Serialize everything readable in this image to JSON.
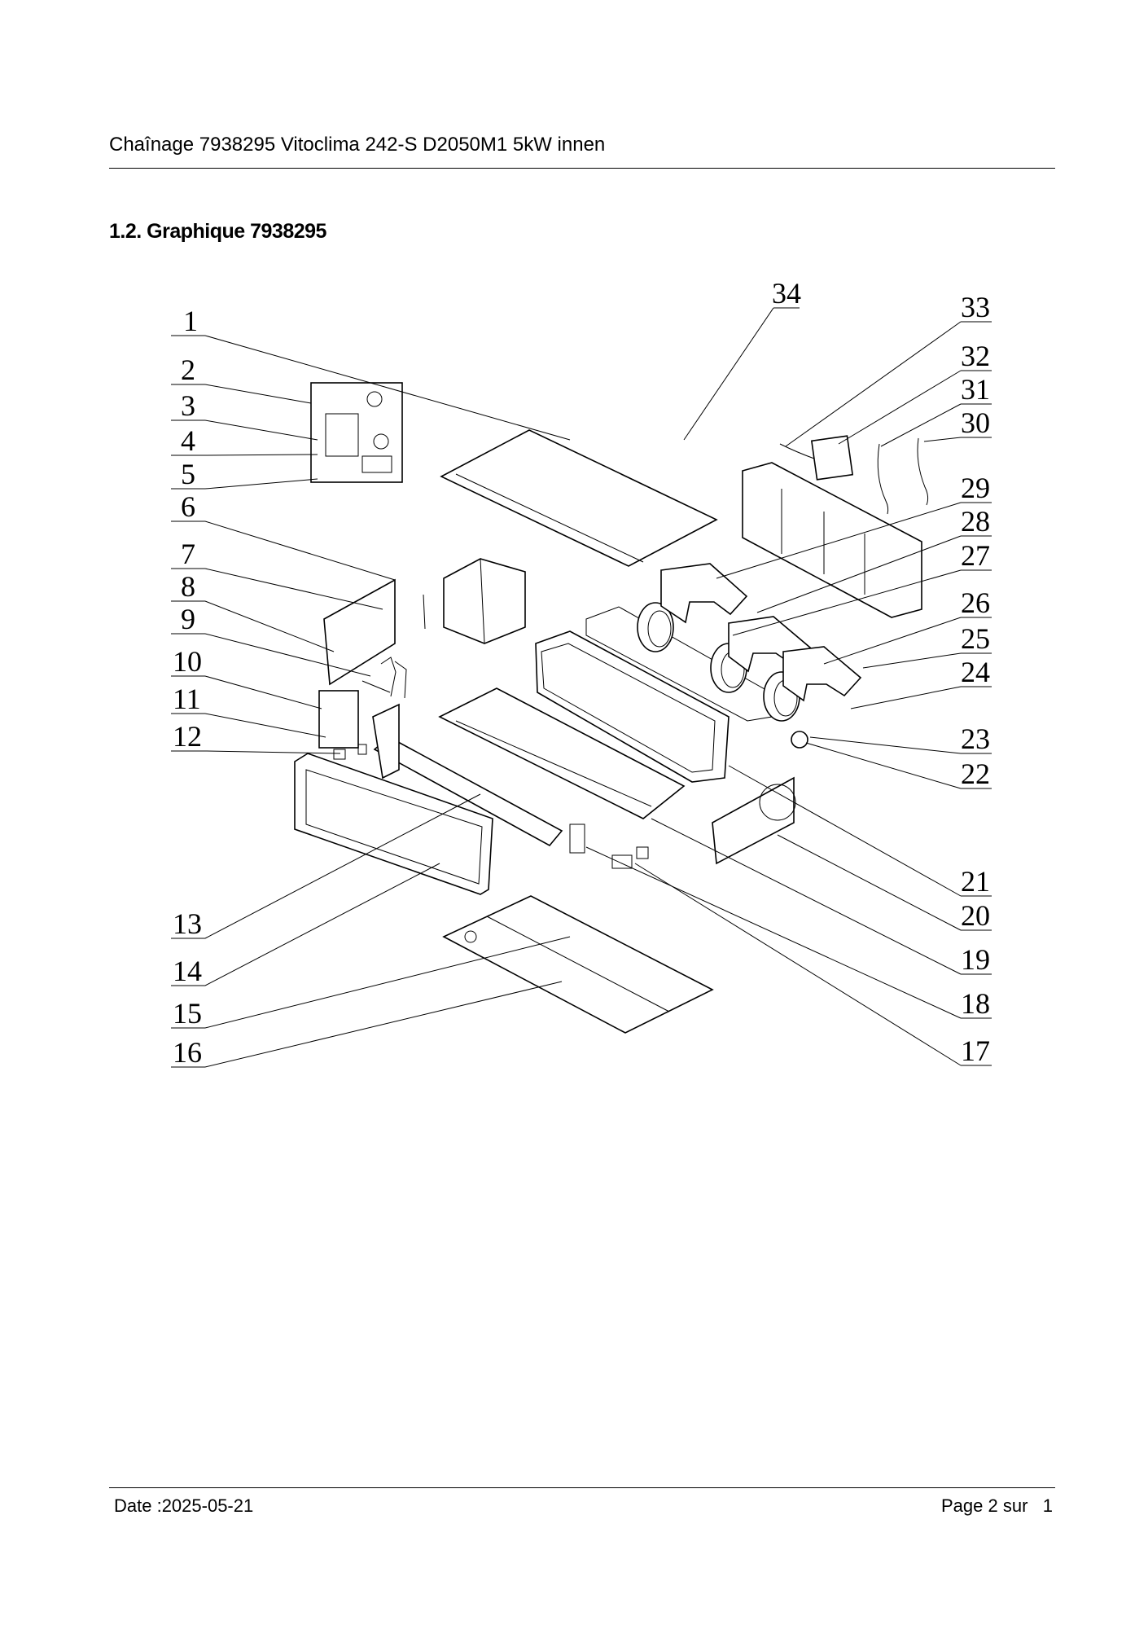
{
  "header": {
    "title": "Chaînage 7938295 Vitoclima 242-S D2050M1 5kW innen"
  },
  "section": {
    "heading": "1.2. Graphique 7938295"
  },
  "diagram": {
    "callouts_left": [
      "1",
      "2",
      "3",
      "4",
      "5",
      "6",
      "7",
      "8",
      "9",
      "10",
      "11",
      "12",
      "13",
      "14",
      "15",
      "16"
    ],
    "callouts_right": [
      "34",
      "33",
      "32",
      "31",
      "30",
      "29",
      "28",
      "27",
      "26",
      "25",
      "24",
      "23",
      "22",
      "21",
      "20",
      "19",
      "18",
      "17"
    ]
  },
  "footer": {
    "date": "Date :2025-05-21",
    "page_label": "Page 2 sur",
    "page_total": "1"
  }
}
